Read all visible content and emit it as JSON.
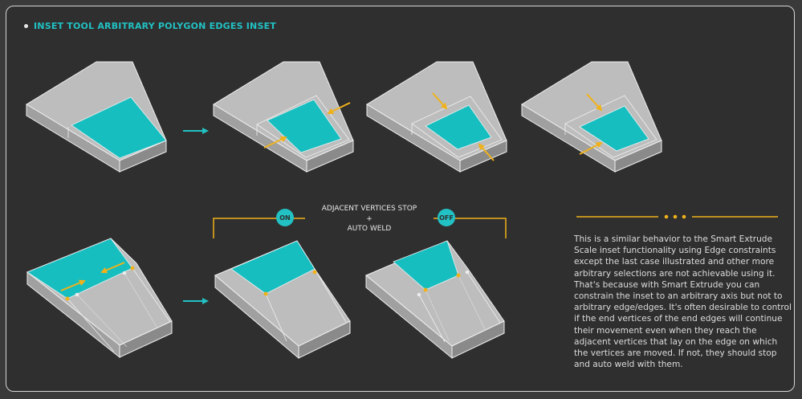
{
  "title": "INSET TOOL ARBITRARY POLYGON EDGES INSET",
  "middle_label": {
    "line1": "ADJACENT VERTICES STOP",
    "line2": "+",
    "line3": "AUTO WELD"
  },
  "badges": {
    "on": "ON",
    "off": "OFF"
  },
  "description": "This is a similar behavior to the Smart Extrude Scale inset functionality using Edge constraints except the last case illustrated and other more arbitrary selections are not achievable using it. That's because with Smart Extrude you can constrain the inset to an arbitrary axis but not to arbitrary edge/edges. It's often desirable to control if the end vertices of the end edges will continue their movement even when they reach the adjacent vertices that lay on the edge on which the vertices are moved. If not, they should stop and auto weld with them.",
  "colors": {
    "background": "#2f2f2f",
    "accent": "#22c1c3",
    "arrow": "#f0b21a",
    "surface": "#bcbcbc"
  }
}
